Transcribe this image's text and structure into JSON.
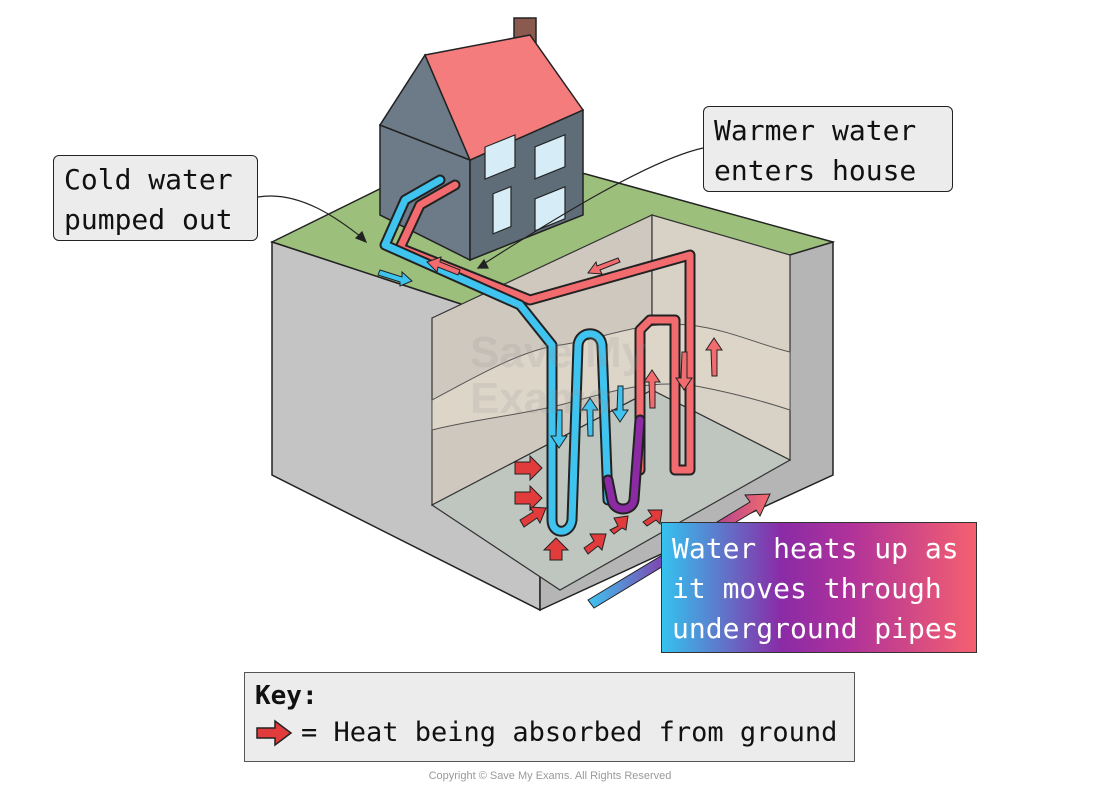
{
  "labels": {
    "cold_water": [
      "Cold water",
      "pumped out"
    ],
    "warmer_water": [
      "Warmer water",
      "enters house"
    ],
    "heats_up": [
      "Water heats up as",
      "it moves through",
      "underground pipes"
    ]
  },
  "key": {
    "title": "Key:",
    "arrow_meaning": "= Heat being absorbed from ground"
  },
  "watermark": [
    "Save My",
    "Exams"
  ],
  "copyright": "Copyright © Save My Exams. All Rights Reserved",
  "colors": {
    "cold_pipe": "#3fc3ef",
    "warm_pipe": "#f26b6f",
    "transition_pipe": "#8b2aa3",
    "heat_arrow": "#e23b3b",
    "grass": "#9cbf7c",
    "ground_side": "#c4c4c4",
    "roof": "#f47c7c",
    "house_wall": "#6c7b87",
    "window": "#d6ecf7"
  },
  "icons": [
    "house-icon",
    "heat-arrow-icon",
    "flow-arrow-icon"
  ]
}
